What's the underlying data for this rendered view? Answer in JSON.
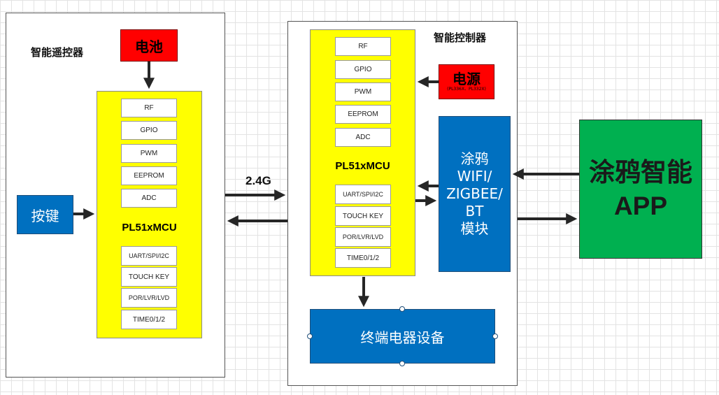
{
  "remote": {
    "title": "智能遥控器",
    "battery": "电池",
    "key": "按键",
    "modules_top": [
      "RF",
      "GPIO",
      "PWM",
      "EEPROM",
      "ADC"
    ],
    "mcu": "PL51xMCU",
    "modules_bottom": [
      "UART/SPI/I2C",
      "TOUCH KEY",
      "POR/LVR/LVD",
      "TIME0/1/2"
    ]
  },
  "link_label": "2.4G",
  "controller": {
    "title": "智能控制器",
    "power": "电源",
    "power_sub": "(PL336X、PL332X)",
    "modules_top": [
      "RF",
      "GPIO",
      "PWM",
      "EEPROM",
      "ADC"
    ],
    "mcu": "PL51xMCU",
    "modules_bottom": [
      "UART/SPI/I2C",
      "TOUCH KEY",
      "POR/LVR/LVD",
      "TIME0/1/2"
    ],
    "wifi_lines": [
      "涂鸦",
      "WIFI/",
      "ZIGBEE/",
      "BT",
      "模块"
    ],
    "device": "终端电器设备"
  },
  "app": {
    "line1": "涂鸦智能",
    "line2": "APP"
  },
  "colors": {
    "yellow": "#ffff00",
    "red": "#ff0000",
    "blue": "#0070c0",
    "green": "#00b050"
  }
}
